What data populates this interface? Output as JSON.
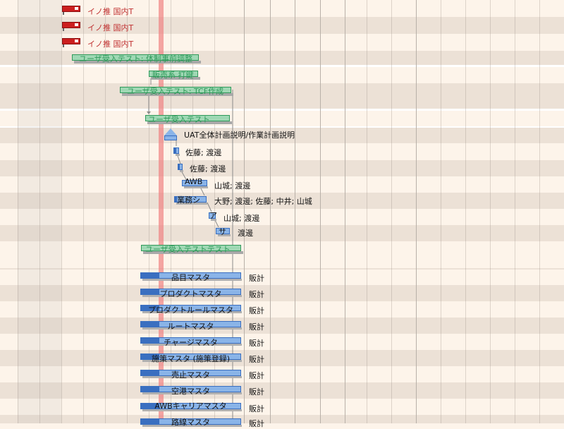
{
  "flags": [
    {
      "label": "イノ推 国内T"
    },
    {
      "label": "イノ推 国内T"
    },
    {
      "label": "イノ推 国内T"
    }
  ],
  "summaries": [
    {
      "label": "ユーザ受入テスト: 体制事前調整"
    },
    {
      "label": "販売系 打鍵"
    },
    {
      "label": "ユーザ受入テスト: TCF作成"
    },
    {
      "label": "ユーザ受入テスト"
    },
    {
      "label": "ユーザ受入テストテスト"
    }
  ],
  "milestone": {
    "resource": "UAT全体計画説明/作業計画説明"
  },
  "tasks": [
    {
      "text": "",
      "resource": "佐藤; 渡邊"
    },
    {
      "text": "",
      "resource": "佐藤; 渡邊"
    },
    {
      "text": "AWB",
      "resource": "山城; 渡邊"
    },
    {
      "text": "業務シ",
      "resource": "大野; 渡邊; 佐藤; 中井; 山城"
    },
    {
      "text": "ア",
      "resource": "山城; 渡邊"
    },
    {
      "text": "サ",
      "resource": "渡邊"
    }
  ],
  "master_rows": [
    {
      "label": "品目マスタ",
      "resource": "販計"
    },
    {
      "label": "プロダクトマスタ",
      "resource": "販計"
    },
    {
      "label": "プロダクトルールマスタ",
      "resource": "販計"
    },
    {
      "label": "ルートマスタ",
      "resource": "販計"
    },
    {
      "label": "チャージマスタ",
      "resource": "販計"
    },
    {
      "label": "施策マスタ (施策登録)",
      "resource": "販計"
    },
    {
      "label": "売止マスタ",
      "resource": "販計"
    },
    {
      "label": "空港マスタ",
      "resource": "販計"
    },
    {
      "label": "AWBキャリアマスタ",
      "resource": "販計"
    },
    {
      "label": "路線マスタ",
      "resource": "販計"
    }
  ],
  "colors": {
    "flag": "#cc1f1f",
    "summary_fill": "#9fd8b4",
    "summary_border": "#2f9a5a",
    "task_fill": "#8ab4e8",
    "task_done": "#3a6fc0",
    "today_line": "#f08282"
  }
}
